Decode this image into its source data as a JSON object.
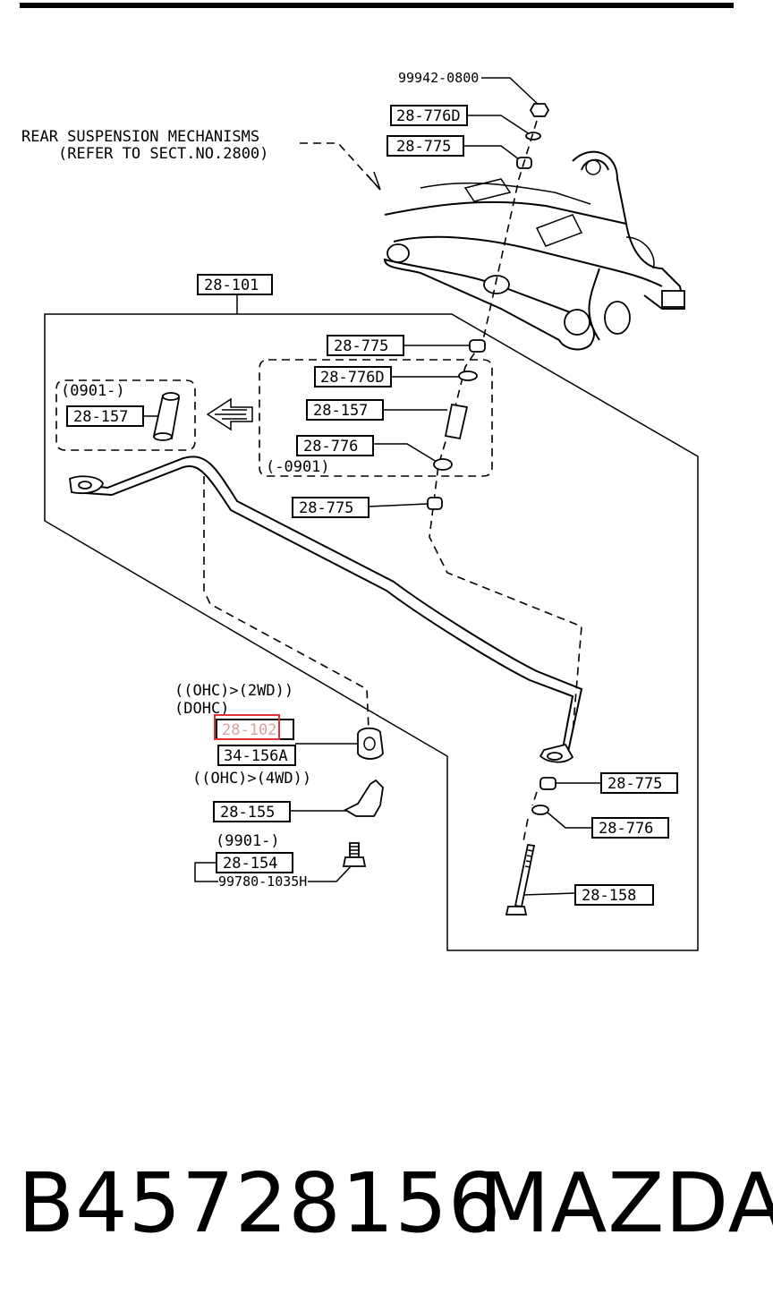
{
  "diagram": {
    "note_rear_line1": "REAR SUSPENSION MECHANISMS",
    "note_rear_line2": "(REFER TO SECT.NO.2800)",
    "part_99942": "99942-0800",
    "part_28_776D_top": "28-776D",
    "part_28_775_top": "28-775",
    "part_28_101": "28-101",
    "part_28_775_a": "28-775",
    "part_28_776D_b": "28-776D",
    "part_28_157_a": "28-157",
    "part_28_776_a": "28-776",
    "range_0901_end": "(-0901)",
    "range_0901_start": "(0901-)",
    "part_28_157_b": "28-157",
    "part_28_775_c": "28-775",
    "cond_ohc_2wd": "((OHC)>(2WD))",
    "cond_dohc": "(DOHC)",
    "part_28_102": "28-102",
    "part_34_156A": "34-156A",
    "cond_ohc_4wd": "((OHC)>(4WD))",
    "part_28_155": "28-155",
    "range_9901": "(9901-)",
    "part_28_154": "28-154",
    "part_99780": "99780-1035H",
    "part_28_775_d": "28-775",
    "part_28_776_d": "28-776",
    "part_28_158": "28-158"
  },
  "footer": {
    "part_number": "B45728156",
    "brand": "MAZDA"
  },
  "highlight_color": "#e03030"
}
